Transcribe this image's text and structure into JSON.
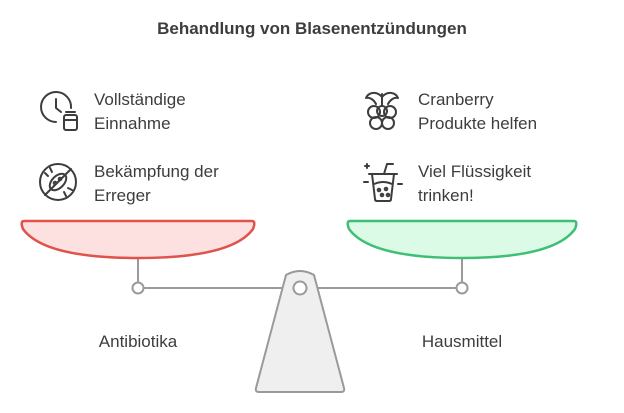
{
  "title": "Behandlung von Blasenentzündungen",
  "left": {
    "label": "Antibiotika",
    "items": [
      {
        "text": "Vollständige\nEinnahme",
        "icon": "clock-bottle-icon"
      },
      {
        "text": "Bekämpfung der\nErreger",
        "icon": "no-bacteria-icon"
      }
    ]
  },
  "right": {
    "label": "Hausmittel",
    "items": [
      {
        "text": "Cranberry\nProdukte helfen",
        "icon": "cranberry-icon"
      },
      {
        "text": "Viel Flüssigkeit\ntrinken!",
        "icon": "drink-glass-icon"
      }
    ]
  },
  "colors": {
    "left_pan_fill": "#fde1e1",
    "left_pan_stroke": "#e0524c",
    "right_pan_fill": "#dcfbe6",
    "right_pan_stroke": "#3fbe76",
    "frame_stroke": "#9a9a9a",
    "stand_fill": "#efefef",
    "text": "#3d3d3d"
  }
}
